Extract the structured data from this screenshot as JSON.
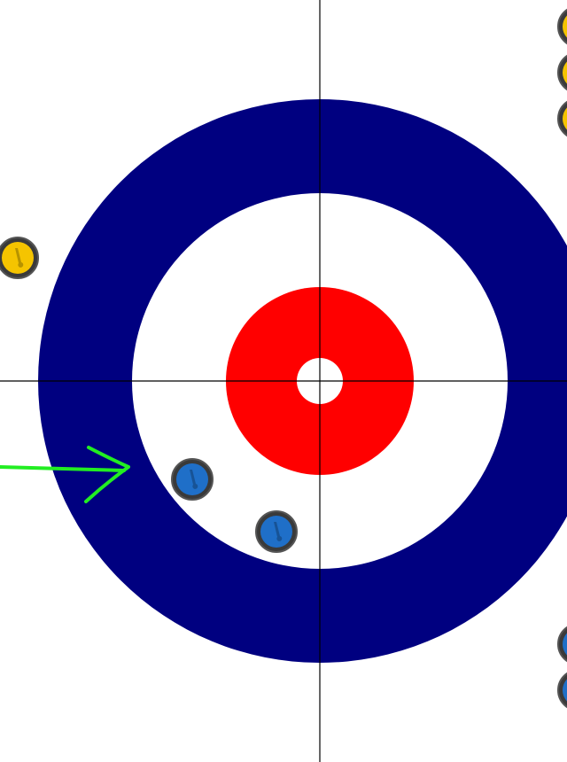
{
  "colors": {
    "ice": "#ffffff",
    "outer_ring": "#000080",
    "middle_ring": "#ffffff",
    "inner_ring": "#ff0000",
    "button": "#ffffff",
    "lines": "#000000",
    "aim_arrow": "#22ee22",
    "team_yellow": "#f5c400",
    "team_blue": "#1f6fc8",
    "stone_rim": "#3a3a3a"
  },
  "stones": [
    {
      "team": "yellow",
      "location": "top-right-edge-1"
    },
    {
      "team": "yellow",
      "location": "top-right-edge-2"
    },
    {
      "team": "yellow",
      "location": "top-right-edge-3"
    },
    {
      "team": "yellow",
      "location": "left-edge"
    },
    {
      "team": "blue",
      "location": "in-house-1"
    },
    {
      "team": "blue",
      "location": "in-house-2"
    },
    {
      "team": "blue",
      "location": "bottom-right-edge-1"
    },
    {
      "team": "blue",
      "location": "bottom-right-edge-2"
    }
  ]
}
